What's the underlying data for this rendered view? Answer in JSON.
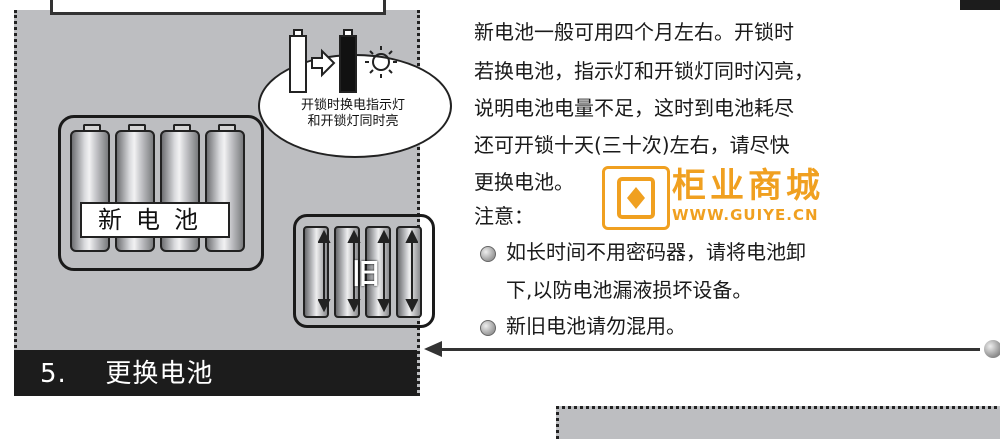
{
  "illustration": {
    "bubble_text_line1": "开锁时换电指示灯",
    "bubble_text_line2": "和开锁灯同时亮",
    "new_battery_label": "新电池",
    "old_battery_label": "旧"
  },
  "section": {
    "number": "5.",
    "title": "更换电池"
  },
  "body": {
    "lines": [
      "新电池一般可用四个月左右。开锁时",
      "若换电池，指示灯和开锁灯同时闪亮，",
      "说明电池电量不足，这时到电池耗尽",
      "还可开锁十天(三十次)左右，请尽快",
      "更换电池。"
    ],
    "note_label": "注意：",
    "notes": [
      {
        "line1": "如长时间不用密码器，请将电池卸",
        "line2": "下,以防电池漏液损坏设备。"
      },
      {
        "line1": "新旧电池请勿混用。",
        "line2": ""
      }
    ]
  },
  "watermark": {
    "title": "柜业商城",
    "url": "WWW.GUIYE.CN",
    "color": "#f0a020"
  }
}
